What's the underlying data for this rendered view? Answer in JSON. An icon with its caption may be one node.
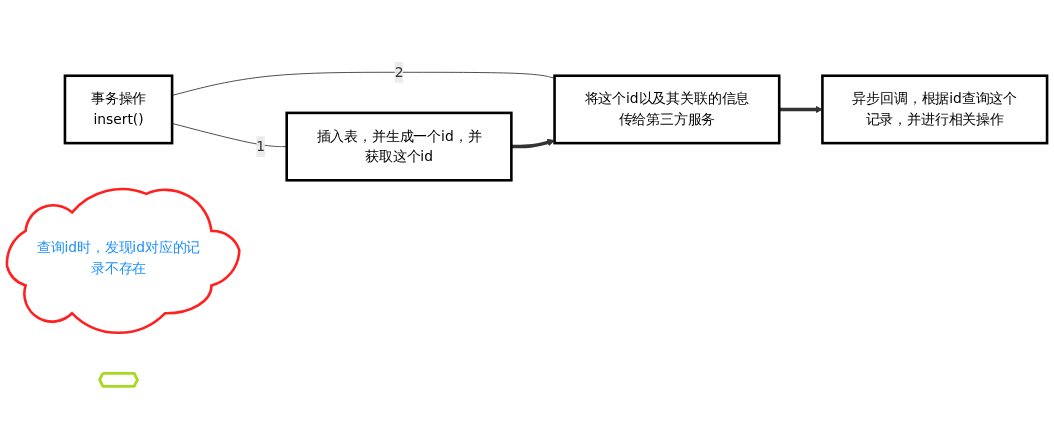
{
  "diagram": {
    "nodes": [
      {
        "text": [
          "事务操作",
          "insert()"
        ]
      },
      {
        "text": [
          "插入表，并生成一个id，并获取这个id"
        ]
      },
      {
        "text": [
          "将这个id以及其关联的信息传给第三方服务"
        ]
      },
      {
        "text": [
          "异步回调，根据id查询这个记录，并进行相关操作"
        ]
      },
      {
        "text": [
          "查询id时，发现id对应的记录不存在"
        ]
      },
      {
        "text": [],
        "shape": "hexagon"
      }
    ],
    "edges": [
      {
        "from": 0,
        "to": 1,
        "arrow": "none",
        "label": "1"
      },
      {
        "from": 0,
        "to": 2,
        "arrow": "none",
        "label": "2"
      },
      {
        "from": 1,
        "to": 2,
        "arrow": "to",
        "style": "thick"
      },
      {
        "from": 2,
        "to": 3,
        "arrow": "to",
        "style": "thick"
      }
    ]
  }
}
